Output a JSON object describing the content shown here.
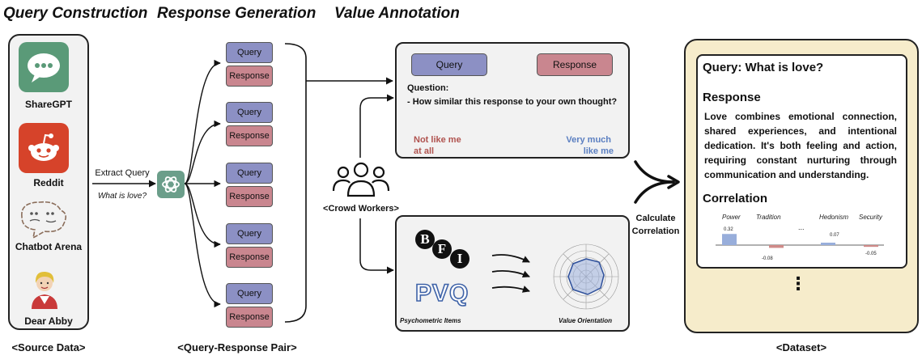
{
  "titles": {
    "query_construction": "Query Construction",
    "response_generation": "Response Generation",
    "value_annotation": "Value Annotation"
  },
  "sources": [
    {
      "label": "ShareGPT",
      "icon": "chat-bubble-icon",
      "color": "#5a9a78"
    },
    {
      "label": "Reddit",
      "icon": "reddit-alien-icon",
      "color": "#d6432a"
    },
    {
      "label": "Chatbot Arena",
      "icon": "cartoon-bubble-icon",
      "color": "#a0826d"
    },
    {
      "label": "Dear Abby",
      "icon": "advice-columnist-portrait-icon",
      "color": "#c93a3a"
    }
  ],
  "source_caption": "<Source Data>",
  "extract": {
    "label": "Extract Query",
    "example": "What is love?"
  },
  "pairs": [
    {
      "query": "Query",
      "response": "Response"
    },
    {
      "query": "Query",
      "response": "Response"
    },
    {
      "query": "Query",
      "response": "Response"
    },
    {
      "query": "Query",
      "response": "Response"
    },
    {
      "query": "Query",
      "response": "Response"
    }
  ],
  "pair_caption": "<Query-Response Pair>",
  "annotation_box": {
    "query": "Query",
    "response": "Response",
    "question_title": "Question:",
    "question": "- How similar this response to your own thought?",
    "scale_left": [
      "Not like me",
      "at all"
    ],
    "scale_right": [
      "Very much",
      "like me"
    ]
  },
  "crowd_label": "<Crowd Workers>",
  "psychometric": {
    "bfi_letters": [
      "B",
      "F",
      "I"
    ],
    "pvq": "PVQ",
    "items_caption": "Psychometric Items",
    "orientation_caption": "Value Orientation"
  },
  "calculate": [
    "Calculate",
    "Correlation"
  ],
  "dataset": {
    "query": "Query: What is love?",
    "response_title": "Response",
    "response_lines": [
      "Love combines emotional connection,",
      "shared experiences, and intentional",
      "dedication. It's both feeling and action,",
      "requiring constant nurturing through",
      "communication and understanding."
    ],
    "correlation_title": "Correlation",
    "ellipsis": "...",
    "more": "⋮",
    "caption": "<Dataset>"
  },
  "chart_data": {
    "type": "bar",
    "categories": [
      "Power",
      "Tradition",
      "Hedonism",
      "Security"
    ],
    "values": [
      0.32,
      -0.08,
      0.07,
      -0.05
    ],
    "value_labels": [
      "0.32",
      "-0.08",
      "0.07",
      "-0.05"
    ],
    "colors": {
      "positive": "#98aedb",
      "negative": "#cf8a88"
    }
  },
  "colors": {
    "query_pill": "#8c90c4",
    "response_pill": "#c9868f",
    "panel_bg": "#f2f2f2",
    "dataset_bg": "#f6eccb",
    "scale_left": "#b0534f",
    "scale_right": "#5b7fc1"
  }
}
